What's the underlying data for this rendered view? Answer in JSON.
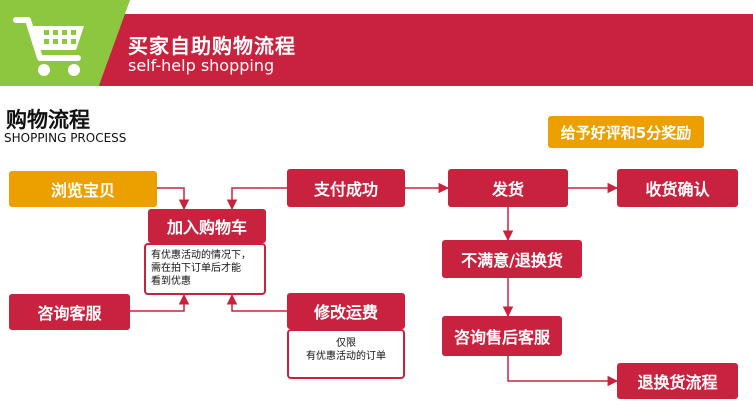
{
  "header": {
    "title": "买家自助购物流程",
    "subtitle": "self-help shopping",
    "icon": "shopping-cart-icon",
    "colors": {
      "red": "#c9223f",
      "green": "#8dc63f"
    }
  },
  "section": {
    "title": "购物流程",
    "subtitle": "SHOPPING PROCESS"
  },
  "reward": "给予好评和5分奖励",
  "steps": {
    "browse": "浏览宝贝",
    "add_to_cart": "加入购物车",
    "consult_service": "咨询客服",
    "modify_shipping": "修改运费",
    "payment_success": "支付成功",
    "ship": "发货",
    "confirm_receipt": "收货确认",
    "unsatisfied_return": "不满意/退换货",
    "after_sales": "咨询售后客服",
    "return_process": "退换货流程"
  },
  "notes": {
    "cart_note": [
      "有优惠活动的情况下，",
      "需在拍下订单后才能",
      "看到优惠"
    ],
    "shipping_note": [
      "仅限",
      "有优惠活动的订单"
    ]
  },
  "colors": {
    "step": "#c9223f",
    "highlight": "#eba000",
    "arrow": "#c9223f"
  }
}
